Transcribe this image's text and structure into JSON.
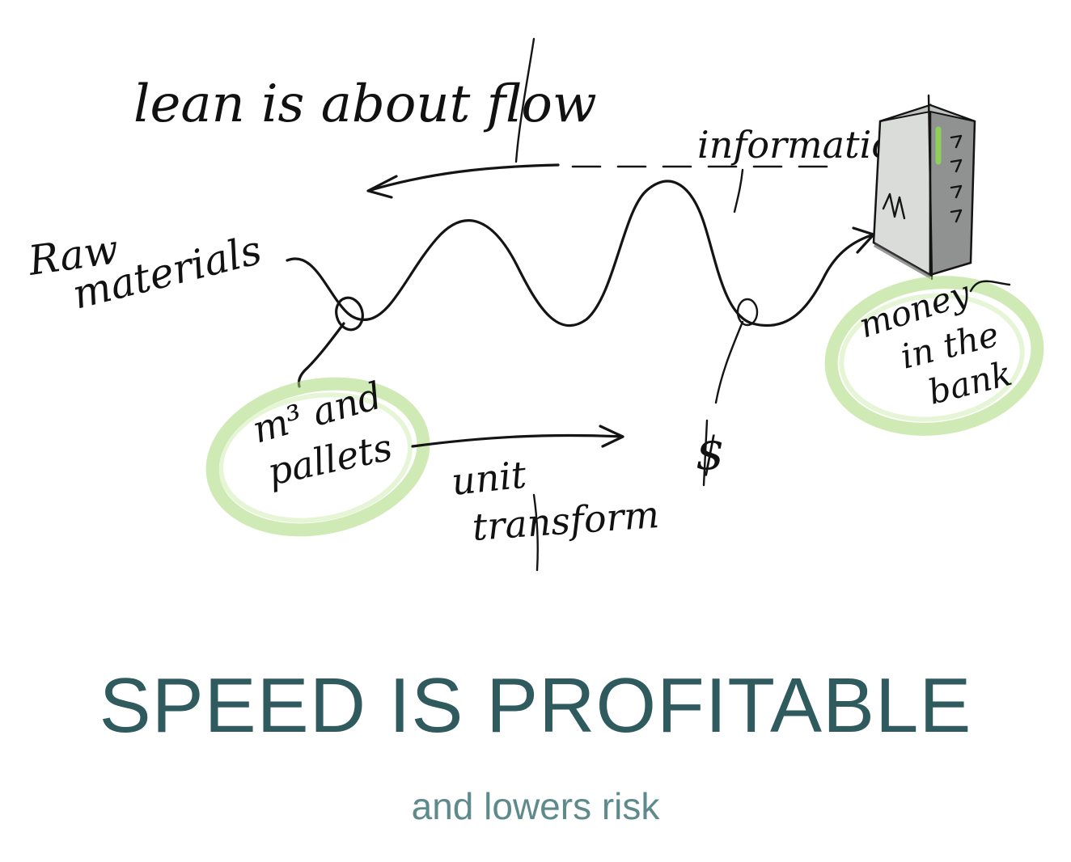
{
  "slide": {
    "title": "SPEED IS PROFITABLE",
    "subtitle": "and lowers risk"
  },
  "sketch": {
    "heading": "lean is about flow",
    "information_label": "information",
    "raw_materials_line1": "Raw",
    "raw_materials_line2": "materials",
    "m3_line1": "m³ and",
    "m3_line2": "pallets",
    "unit_line1": "unit",
    "unit_line2": "transform",
    "dollar_label": "$",
    "bank_line1": "money",
    "bank_line2": "in the",
    "bank_line3": "bank"
  },
  "colors": {
    "title": "#2f5a5e",
    "subtitle": "#5e8a8c",
    "ink": "#141414",
    "highlight_green": "#a8d878",
    "building_light": "#d9dcd8",
    "building_dark": "#8f9290",
    "building_accent": "#8fd05a"
  },
  "icons": {
    "building": "bank-building-icon",
    "flow_arrow": "arrow-left-icon",
    "transform_arrow": "arrow-right-icon"
  }
}
